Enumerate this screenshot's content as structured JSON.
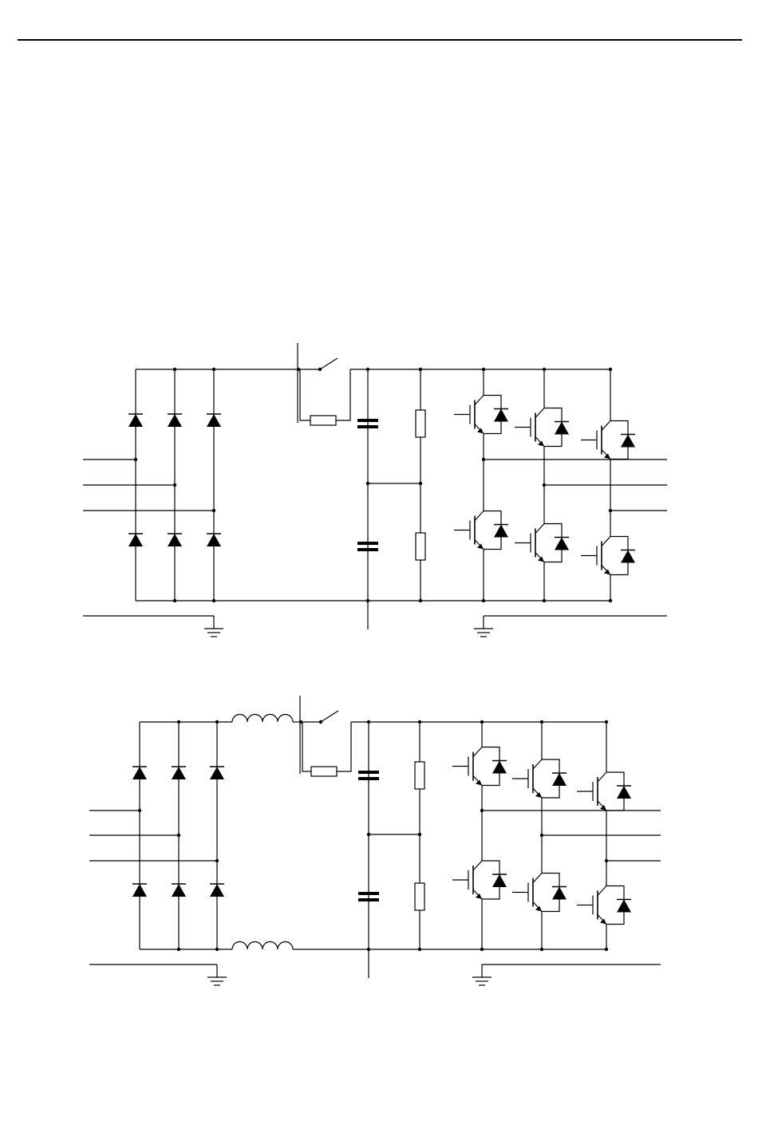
{
  "page": {
    "header_rule": "present"
  },
  "diagrams": [
    {
      "id": "circuit-without-reactors",
      "components": [
        "three-phase-input-lines",
        "diode-bridge-rectifier",
        "precharge-relay",
        "precharge-resistor",
        "dc-link-capacitors",
        "balancing-resistors",
        "igbt-inverter-bridge",
        "output-lines",
        "ground-symbols"
      ]
    },
    {
      "id": "circuit-with-dc-reactors",
      "components": [
        "three-phase-input-lines",
        "diode-bridge-rectifier",
        "dc-reactors",
        "precharge-relay",
        "precharge-resistor",
        "dc-link-capacitors",
        "balancing-resistors",
        "igbt-inverter-bridge",
        "output-lines",
        "ground-symbols"
      ]
    }
  ],
  "colors": {
    "ink": "#000000",
    "paper": "#ffffff"
  }
}
